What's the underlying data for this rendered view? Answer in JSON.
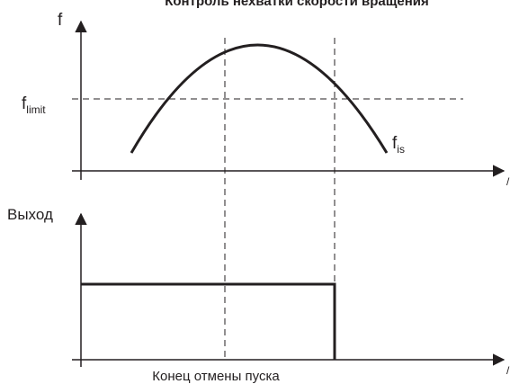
{
  "diagram": {
    "title": "Контроль нехватки скорости вращения",
    "top_axis_label": "f",
    "limit_label_main": "f",
    "limit_label_sub": "limit",
    "curve_label_main": "f",
    "curve_label_sub": "is",
    "bottom_axis_label": "Выход",
    "bottom_caption": "Конец отмены пуска",
    "colors": {
      "line": "#231f20",
      "background": "#ffffff"
    }
  }
}
